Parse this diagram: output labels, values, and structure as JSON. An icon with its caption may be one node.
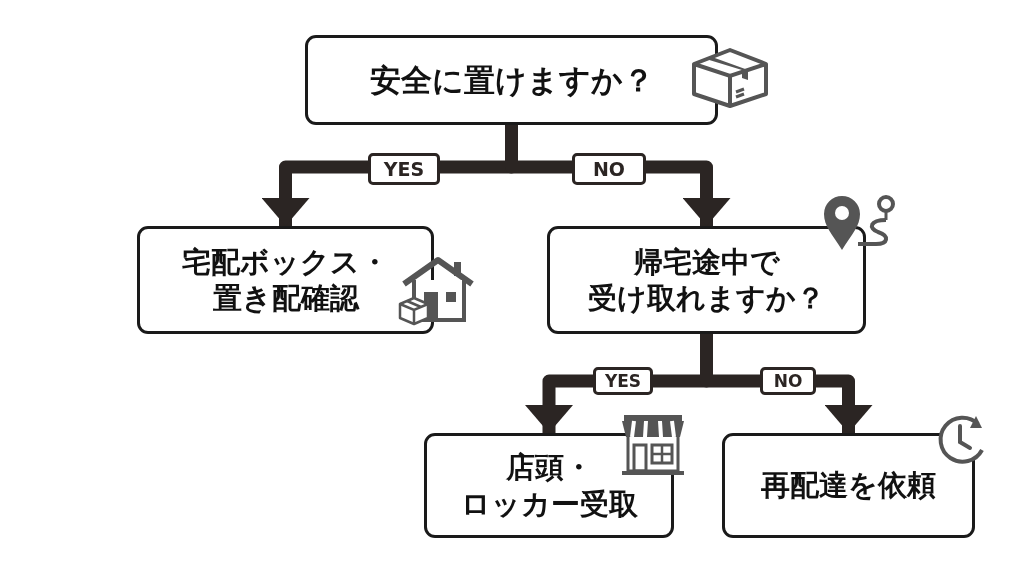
{
  "diagram": {
    "nodes": [
      {
        "text": [
          "安全に置けますか？"
        ]
      },
      {
        "text": [
          "宅配ボックス・置き配確認"
        ]
      },
      {
        "text": [
          "帰宅途中で受け取れますか？"
        ]
      },
      {
        "text": [
          "店頭・ロッカー受取"
        ]
      },
      {
        "text": [
          "再配達を依頼"
        ]
      }
    ],
    "edges": [
      {
        "from": 0,
        "to": 1,
        "arrow": "to",
        "label": "YES"
      },
      {
        "from": 0,
        "to": 2,
        "arrow": "to",
        "label": "NO"
      },
      {
        "from": 2,
        "to": 3,
        "arrow": "to",
        "label": "YES"
      },
      {
        "from": 2,
        "to": 4,
        "arrow": "to",
        "label": "NO"
      }
    ]
  }
}
